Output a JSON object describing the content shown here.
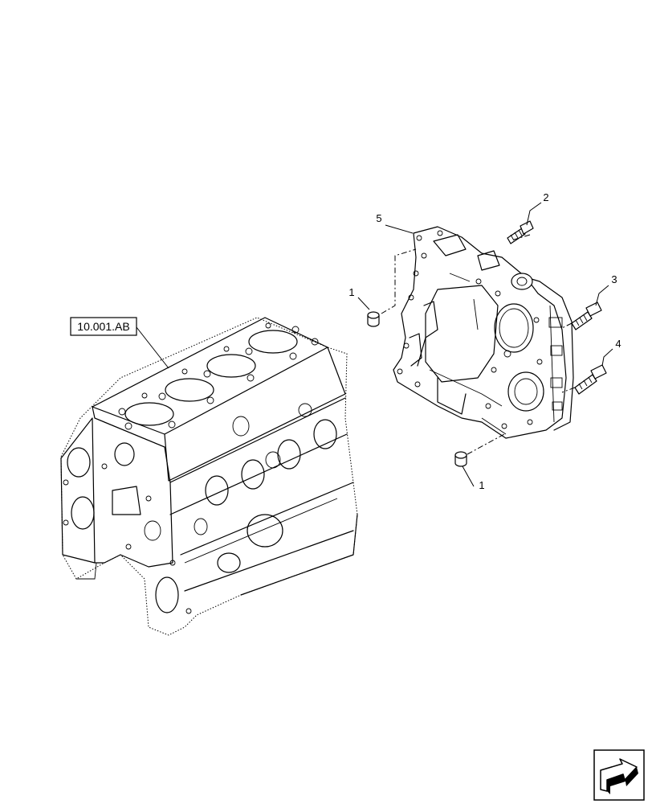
{
  "diagram": {
    "reference_label": "10.001.AB",
    "callouts": [
      {
        "id": "c1a",
        "text": "1"
      },
      {
        "id": "c1b",
        "text": "1"
      },
      {
        "id": "c2",
        "text": "2"
      },
      {
        "id": "c3",
        "text": "3"
      },
      {
        "id": "c4",
        "text": "4"
      },
      {
        "id": "c5",
        "text": "5"
      }
    ],
    "icons": [
      "engine-block-icon",
      "timing-case-icon",
      "bolt-icon",
      "plug-icon",
      "navigation-arrow-icon"
    ]
  }
}
